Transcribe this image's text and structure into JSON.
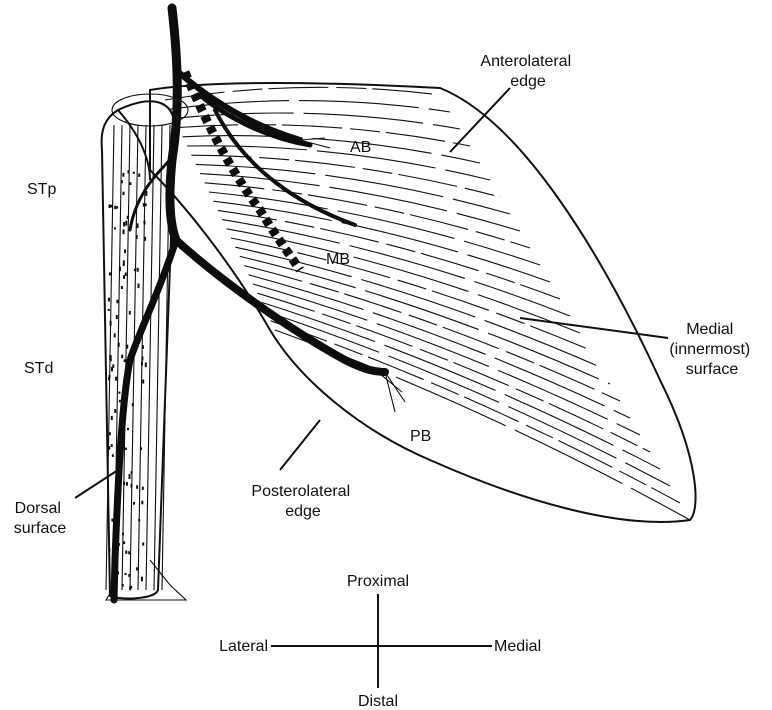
{
  "labels": {
    "anterolateral": [
      "Anterolateral",
      "edge"
    ],
    "ab": "AB",
    "stp": "STp",
    "mb": "MB",
    "std": "STd",
    "medial_surface": [
      "Medial",
      "(innermost)",
      "surface"
    ],
    "pb": "PB",
    "posterolateral": [
      "Posterolateral",
      "edge"
    ],
    "dorsal": [
      "Dorsal",
      "surface"
    ]
  },
  "compass": {
    "proximal": "Proximal",
    "distal": "Distal",
    "lateral": "Lateral",
    "medial": "Medial"
  },
  "colors": {
    "ink": "#111111",
    "background": "#ffffff"
  }
}
